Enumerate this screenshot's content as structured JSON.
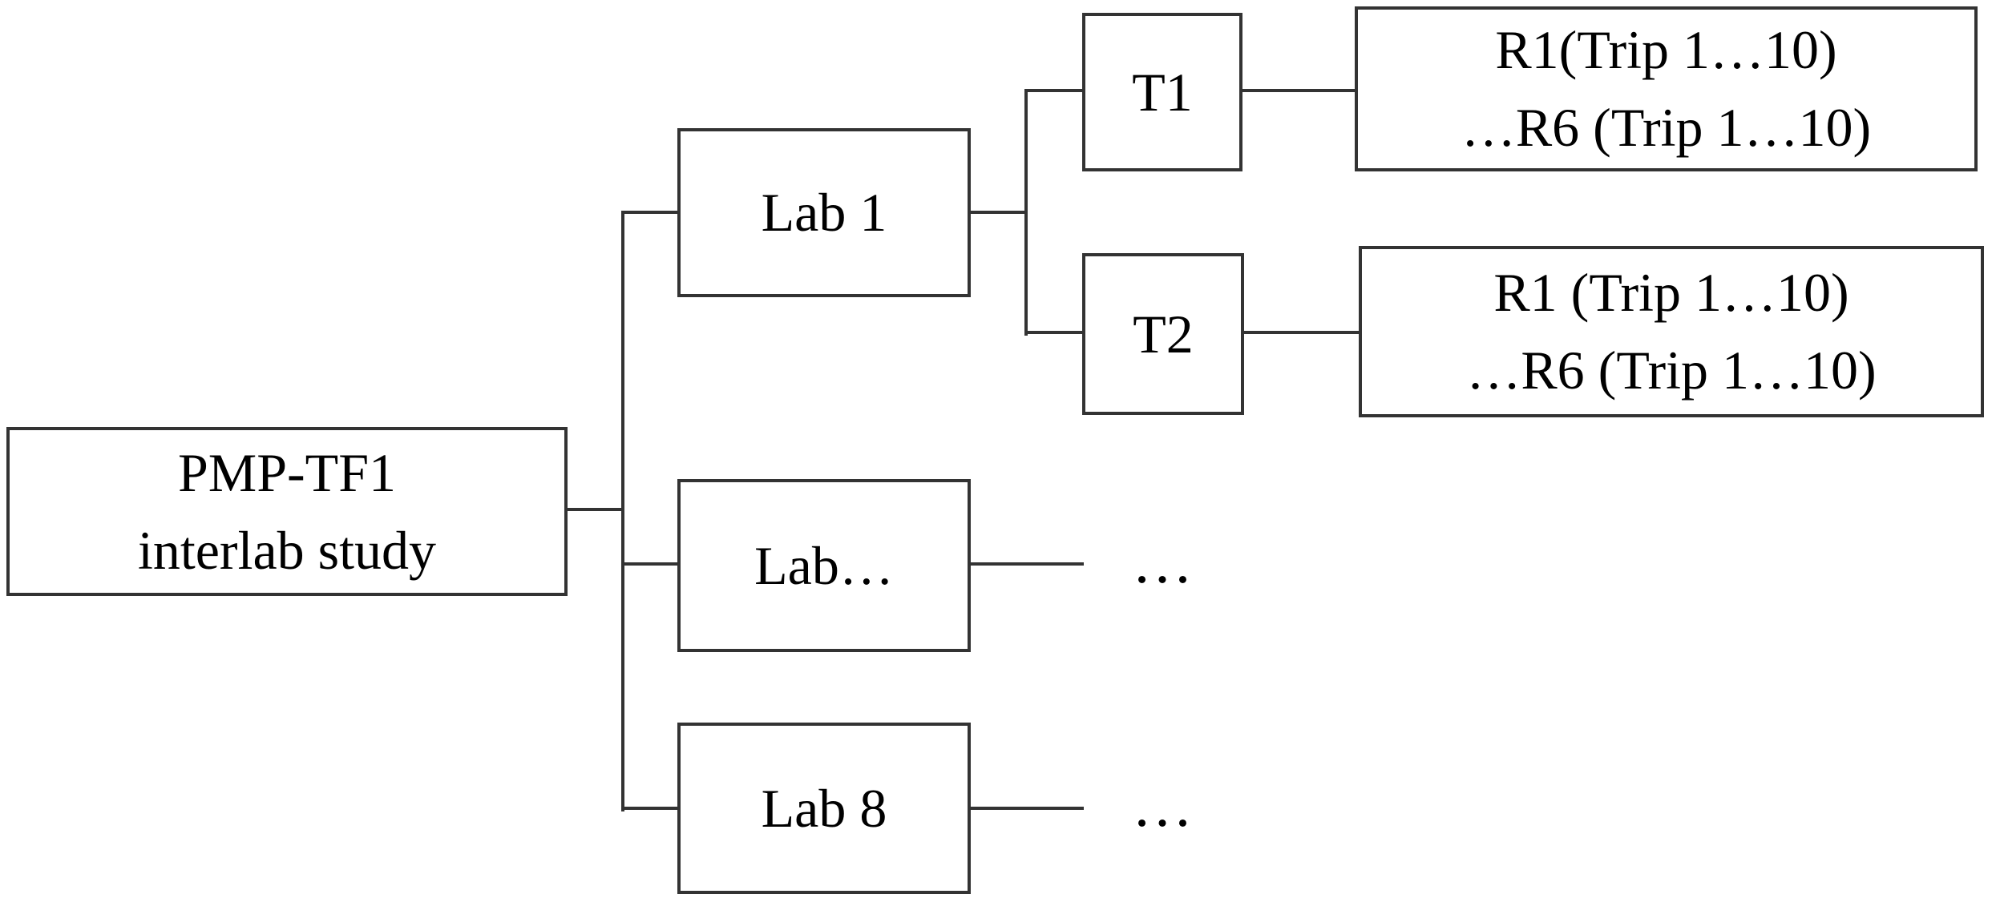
{
  "diagram": {
    "root": {
      "line1": "PMP-TF1",
      "line2": "interlab study"
    },
    "lab1": {
      "label": "Lab 1"
    },
    "lab_mid": {
      "label": "Lab…"
    },
    "lab8": {
      "label": "Lab 8"
    },
    "t1": {
      "label": "T1"
    },
    "t2": {
      "label": "T2"
    },
    "r1": {
      "line1": "R1(Trip 1…10)",
      "line2": "…R6 (Trip 1…10)"
    },
    "r2": {
      "line1": "R1 (Trip 1…10)",
      "line2": "…R6 (Trip 1…10)"
    },
    "ellipsis_mid": "…",
    "ellipsis_bottom": "…"
  },
  "colors": {
    "background": "#ffffff",
    "line": "#333333",
    "text": "#000000"
  }
}
